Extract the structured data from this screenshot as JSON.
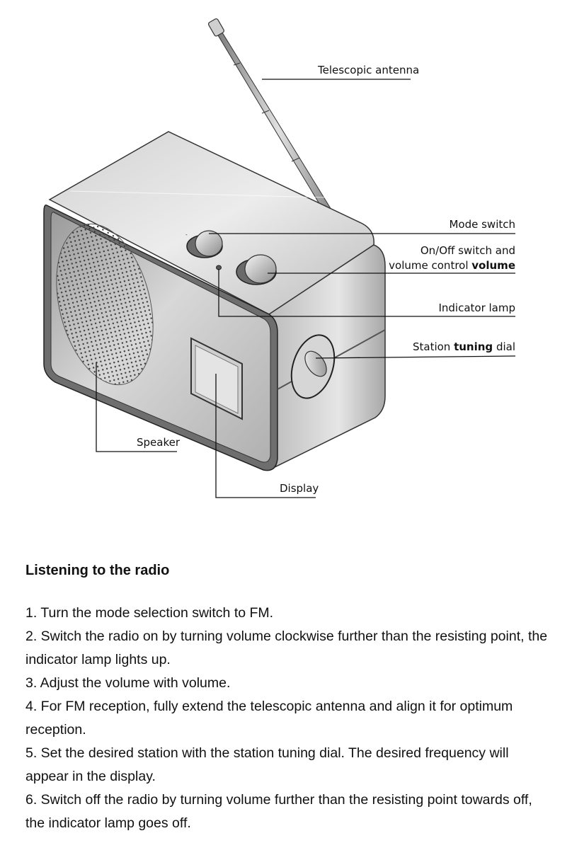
{
  "labels": {
    "antenna": "Telescopic antenna",
    "mode_switch": "Mode switch",
    "onoff_line1": "On/Off switch and",
    "onoff_line2_prefix": "volume control ",
    "onoff_line2_bold": "volume",
    "indicator_lamp": "Indicator lamp",
    "tuning_prefix": "Station ",
    "tuning_bold": "tuning",
    "tuning_suffix": " dial",
    "speaker": "Speaker",
    "display": "Display"
  },
  "instructions": {
    "heading": "Listening to the radio",
    "steps": [
      "1. Turn the mode selection switch to FM.",
      "2. Switch the radio on by turning volume clockwise further than the resisting point, the indicator lamp lights up.",
      "3. Adjust the volume with volume.",
      "4. For FM reception, fully extend the telescopic antenna and align it for optimum reception.",
      "5. Set the desired station with the station tuning dial. The desired frequency will appear in the display.",
      "6. Switch off the radio by turning volume further than the resisting point towards off, the indicator lamp goes off."
    ]
  }
}
